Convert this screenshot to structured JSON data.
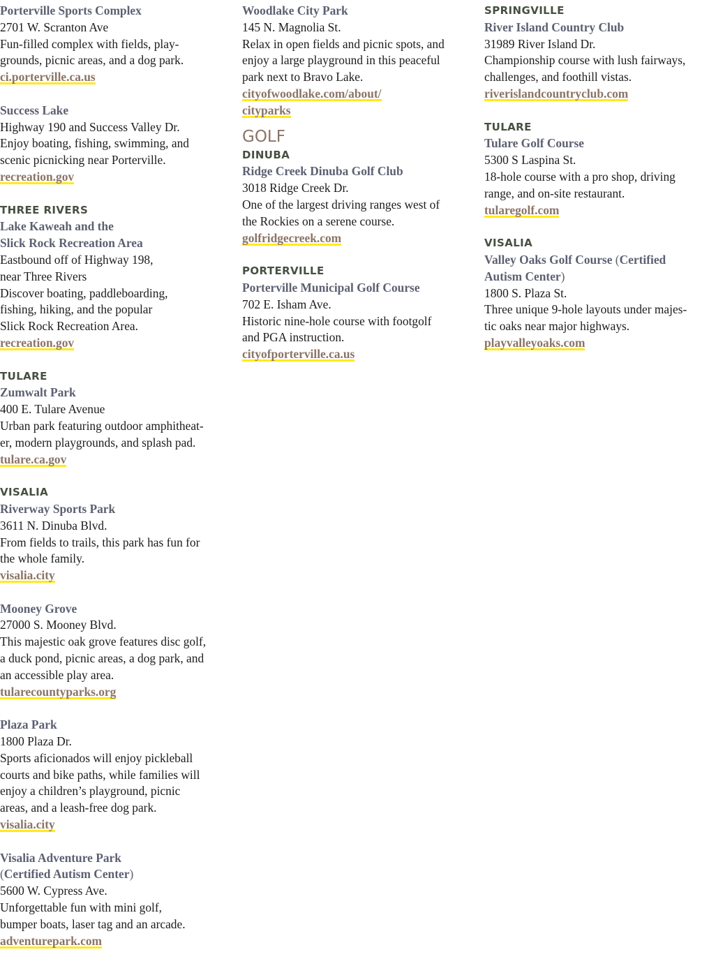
{
  "columns": {
    "col1": {
      "porterville_complex": {
        "name": "Porterville Sports Complex",
        "address": "2701 W. Scranton Ave",
        "desc": [
          "Fun-filled complex with fields, play-",
          "grounds, picnic areas, and a dog park."
        ],
        "link": "ci.porterville.ca.us"
      },
      "success_lake": {
        "name": "Success Lake",
        "address": "Highway 190 and Success Valley Dr.",
        "desc": [
          "Enjoy boating, fishing, swimming, and",
          "scenic picnicking near Porterville."
        ],
        "link": "recreation.gov"
      },
      "three_rivers": {
        "city": "THREE RIVERS",
        "name": [
          "Lake Kaweah and the",
          "Slick Rock Recreation Area"
        ],
        "address": [
          "Eastbound off of Highway 198,",
          "near Three Rivers"
        ],
        "desc": [
          "Discover boating, paddleboarding,",
          "fishing, hiking, and the popular",
          "Slick Rock Recreation Area."
        ],
        "link": "recreation.gov"
      },
      "zumwalt": {
        "city": "TULARE",
        "name": "Zumwalt Park",
        "address": "400 E. Tulare Avenue",
        "desc": [
          "Urban park featuring outdoor amphitheat-",
          "er,  modern playgrounds, and splash pad."
        ],
        "link": "tulare.ca.gov"
      },
      "riverway": {
        "city": "VISALIA",
        "name": "Riverway Sports Park",
        "address": "3611 N. Dinuba Blvd.",
        "desc": [
          "From fields to trails, this park has fun for",
          "the whole family."
        ],
        "link": "visalia.city"
      },
      "mooney": {
        "name": "Mooney Grove",
        "address": "27000 S. Mooney Blvd.",
        "desc": [
          "This majestic oak grove features disc golf,",
          "a duck pond, picnic areas, a dog park, and",
          "an accessible play area."
        ],
        "link": "tularecountyparks.org"
      },
      "plaza": {
        "name": "Plaza Park",
        "address": "1800 Plaza Dr.",
        "desc": [
          "Sports aficionados will enjoy pickleball",
          "courts and bike paths, while families will",
          "enjoy a children’s playground, picnic",
          "areas, and a leash-free dog park."
        ],
        "link": "visalia.city"
      },
      "adventure": {
        "name": "Visalia Adventure Park",
        "name_paren_open": "(",
        "name2": "Certified Autism Center",
        "name_paren_close": ")",
        "address": "5600 W. Cypress Ave.",
        "desc": [
          "Unforgettable fun with mini golf,",
          "bumper boats, laser tag and an arcade."
        ],
        "link": "adventurepark.com"
      }
    },
    "col2": {
      "woodlake": {
        "name": "Woodlake City Park",
        "address": "145 N. Magnolia St.",
        "desc": [
          "Relax in open fields and picnic spots, and",
          "enjoy a large playground in this peaceful",
          "park next to Bravo Lake."
        ],
        "link": [
          "cityofwoodlake.com/about/",
          "cityparks"
        ]
      },
      "golf_heading": "GOLF",
      "ridge_creek": {
        "city": "DINUBA",
        "name": "Ridge Creek Dinuba Golf Club",
        "address": "3018 Ridge Creek Dr.",
        "desc": [
          "One of the largest driving ranges west of",
          "the Rockies on a serene course."
        ],
        "link": "golfridgecreek.com"
      },
      "porterville_golf": {
        "city": "PORTERVILLE",
        "name": "Porterville Municipal Golf Course",
        "address": "702 E. Isham Ave.",
        "desc": [
          "Historic nine-hole course with footgolf",
          "and PGA instruction."
        ],
        "link": "cityofporterville.ca.us"
      }
    },
    "col3": {
      "river_island": {
        "city": "SPRINGVILLE",
        "name": "River Island Country Club",
        "address": "31989 River Island Dr.",
        "desc": [
          "Championship course with lush fairways,",
          "challenges, and foothill vistas."
        ],
        "link": "riverislandcountryclub.com"
      },
      "tulare_golf": {
        "city": "TULARE",
        "name": "Tulare Golf Course",
        "address": "5300 S Laspina St.",
        "desc": [
          "18-hole course with a pro shop, driving",
          "range, and on-site restaurant."
        ],
        "link": "tularegolf.com"
      },
      "valley_oaks": {
        "city": "VISALIA",
        "name": "Valley Oaks Golf Course",
        "name_paren_open": "(",
        "name2a": "Certified",
        "name2b": "Autism Center",
        "name_paren_close": ")",
        "address": "1800 S. Plaza St.",
        "desc": [
          "Three unique 9-hole layouts under majes-",
          "tic oaks near major highways."
        ],
        "link": "playvalleyoaks.com"
      }
    }
  }
}
